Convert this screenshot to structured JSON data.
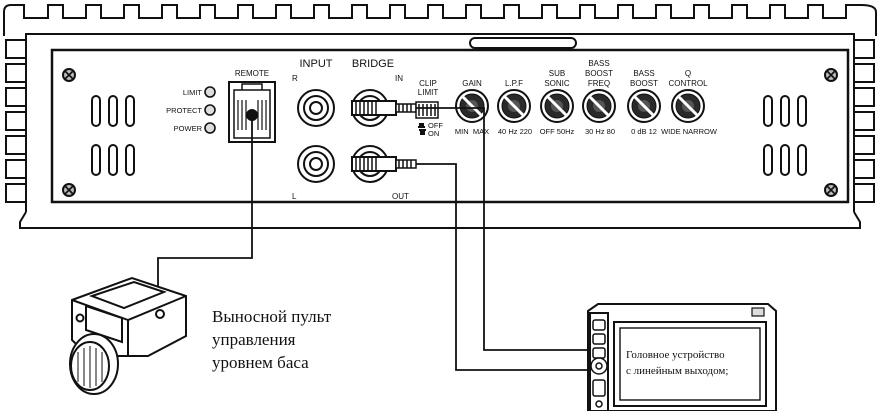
{
  "amplifier": {
    "leds": [
      "LIMIT",
      "PROTECT",
      "POWER"
    ],
    "remote_label": "REMOTE",
    "input_label": "INPUT",
    "bridge_label": "BRIDGE",
    "channel_r": "R",
    "channel_l": "L",
    "in_label": "IN",
    "out_label": "OUT",
    "clip_limit": [
      "CLIP",
      "LIMIT"
    ],
    "switch_off": "OFF",
    "switch_on": "ON",
    "knobs": [
      {
        "title": [
          "GAIN"
        ],
        "range": "MIN  MAX"
      },
      {
        "title": [
          "L.P.F"
        ],
        "range": "40 Hz 220"
      },
      {
        "title": [
          "SUB",
          "SONIC"
        ],
        "range": "OFF 50Hz"
      },
      {
        "title": [
          "BASS",
          "BOOST",
          "FREQ"
        ],
        "range": "30 Hz 80"
      },
      {
        "title": [
          "BASS",
          "BOOST"
        ],
        "range": "0 dB 12"
      },
      {
        "title": [
          "Q",
          "CONTROL"
        ],
        "range": "WIDE NARROW"
      }
    ]
  },
  "remote_caption": [
    "Выносной пульт",
    "управления",
    "уровнем баса"
  ],
  "head_unit_caption": [
    "Головное устройство",
    "с линейным выходом;"
  ]
}
